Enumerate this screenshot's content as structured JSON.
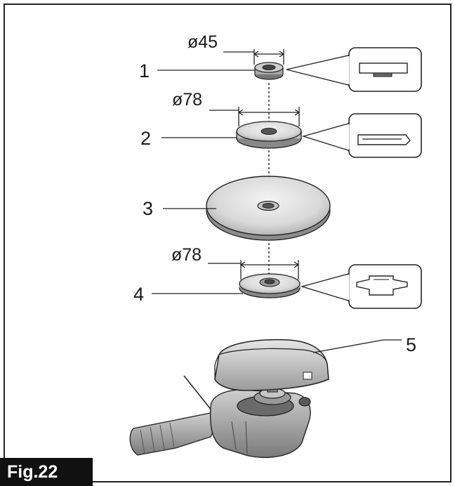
{
  "figure": {
    "label": "Fig.22",
    "parts": [
      {
        "number": "1",
        "dimension": "ø45"
      },
      {
        "number": "2",
        "dimension": "ø78"
      },
      {
        "number": "3",
        "dimension": ""
      },
      {
        "number": "4",
        "dimension": "ø78"
      },
      {
        "number": "5",
        "dimension": ""
      }
    ]
  }
}
